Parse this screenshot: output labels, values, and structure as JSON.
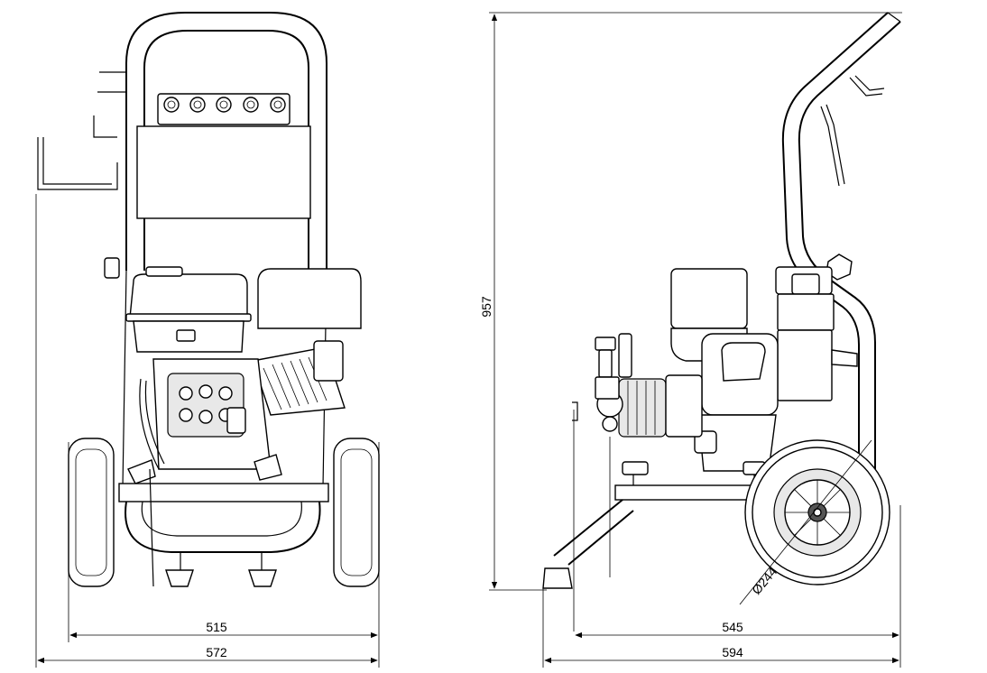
{
  "diagram": {
    "dimensions": {
      "front_inner_width": "515",
      "front_outer_width": "572",
      "side_height": "957",
      "side_inner_depth": "545",
      "side_outer_depth": "594",
      "wheel_diameter": "Ø244"
    }
  }
}
